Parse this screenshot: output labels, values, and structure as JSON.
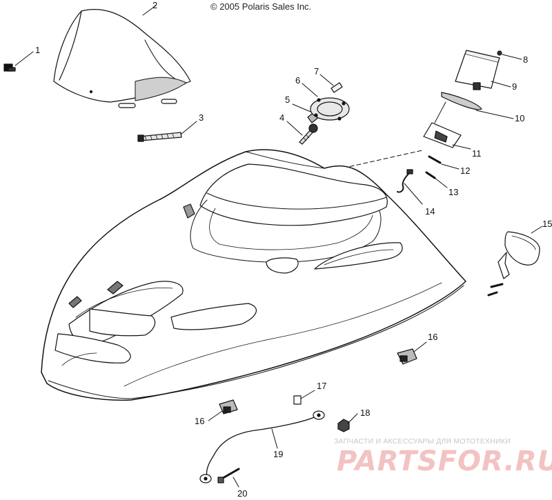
{
  "header": {
    "copyright": "© 2005 Polaris Sales Inc."
  },
  "callouts": [
    {
      "id": "1",
      "text": "1"
    },
    {
      "id": "2",
      "text": "2"
    },
    {
      "id": "3",
      "text": "3"
    },
    {
      "id": "4",
      "text": "4"
    },
    {
      "id": "5",
      "text": "5"
    },
    {
      "id": "6",
      "text": "6"
    },
    {
      "id": "7",
      "text": "7"
    },
    {
      "id": "8",
      "text": "8"
    },
    {
      "id": "9",
      "text": "9"
    },
    {
      "id": "10",
      "text": "10"
    },
    {
      "id": "11",
      "text": "11"
    },
    {
      "id": "12",
      "text": "12"
    },
    {
      "id": "13",
      "text": "13"
    },
    {
      "id": "14",
      "text": "14"
    },
    {
      "id": "15",
      "text": "15"
    },
    {
      "id": "16a",
      "text": "16"
    },
    {
      "id": "16b",
      "text": "16"
    },
    {
      "id": "17",
      "text": "17"
    },
    {
      "id": "18",
      "text": "18"
    },
    {
      "id": "19",
      "text": "19"
    },
    {
      "id": "20",
      "text": "20"
    }
  ],
  "watermark": {
    "tagline": "ЗАПЧАСТИ И АКСЕССУАРЫ ДЛЯ МОТОТЕХНИКИ",
    "logo": "PARTSFOR.RU"
  },
  "colors": {
    "ink": "#111111",
    "watermark": "#f3c2c2"
  }
}
